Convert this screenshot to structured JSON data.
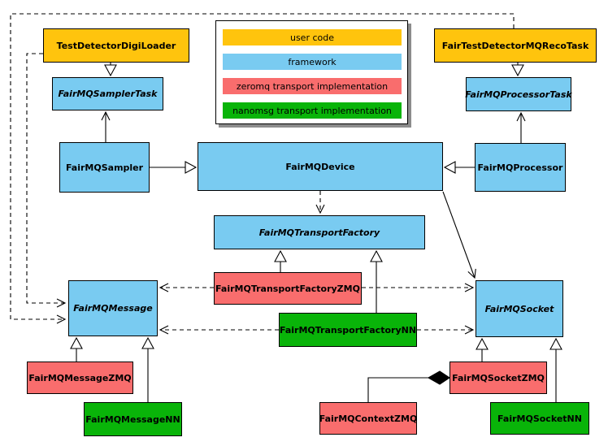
{
  "legend": {
    "items": [
      {
        "label": "user code",
        "color": "#FFC40D"
      },
      {
        "label": "framework",
        "color": "#79CBF1"
      },
      {
        "label": "zeromq transport implementation",
        "color": "#F96D6D"
      },
      {
        "label": "nanomsg transport implementation",
        "color": "#09B409"
      }
    ]
  },
  "palette": {
    "user_code": "#FFC40D",
    "framework": "#79CBF1",
    "zeromq": "#F96D6D",
    "nanomsg": "#09B409",
    "line": "#000000",
    "background": "#ffffff"
  },
  "nodes": [
    {
      "label": "TestDetectorDigiLoader",
      "category": "user code",
      "abstract": false
    },
    {
      "label": "FairTestDetectorMQRecoTask",
      "category": "user code",
      "abstract": false
    },
    {
      "label": "FairMQSamplerTask",
      "category": "framework",
      "abstract": true
    },
    {
      "label": "FairMQProcessorTask",
      "category": "framework",
      "abstract": true
    },
    {
      "label": "FairMQSampler",
      "category": "framework",
      "abstract": false
    },
    {
      "label": "FairMQDevice",
      "category": "framework",
      "abstract": false
    },
    {
      "label": "FairMQProcessor",
      "category": "framework",
      "abstract": false
    },
    {
      "label": "FairMQTransportFactory",
      "category": "framework",
      "abstract": true
    },
    {
      "label": "FairMQTransportFactoryZMQ",
      "category": "zeromq transport implementation",
      "abstract": false
    },
    {
      "label": "FairMQTransportFactoryNN",
      "category": "nanomsg transport implementation",
      "abstract": false
    },
    {
      "label": "FairMQMessage",
      "category": "framework",
      "abstract": true
    },
    {
      "label": "FairMQSocket",
      "category": "framework",
      "abstract": true
    },
    {
      "label": "FairMQMessageZMQ",
      "category": "zeromq transport implementation",
      "abstract": false
    },
    {
      "label": "FairMQMessageNN",
      "category": "nanomsg transport implementation",
      "abstract": false
    },
    {
      "label": "FairMQSocketZMQ",
      "category": "zeromq transport implementation",
      "abstract": false
    },
    {
      "label": "FairMQContextZMQ",
      "category": "zeromq transport implementation",
      "abstract": false
    },
    {
      "label": "FairMQSocketNN",
      "category": "nanomsg transport implementation",
      "abstract": false
    }
  ],
  "edges": [
    {
      "from": "TestDetectorDigiLoader",
      "to": "FairMQSamplerTask",
      "type": "inheritance"
    },
    {
      "from": "FairTestDetectorMQRecoTask",
      "to": "FairMQProcessorTask",
      "type": "inheritance"
    },
    {
      "from": "FairMQSampler",
      "to": "FairMQSamplerTask",
      "type": "association"
    },
    {
      "from": "FairMQProcessor",
      "to": "FairMQProcessorTask",
      "type": "association"
    },
    {
      "from": "FairMQSampler",
      "to": "FairMQDevice",
      "type": "inheritance"
    },
    {
      "from": "FairMQProcessor",
      "to": "FairMQDevice",
      "type": "inheritance"
    },
    {
      "from": "FairMQDevice",
      "to": "FairMQTransportFactory",
      "type": "dependency"
    },
    {
      "from": "FairMQDevice",
      "to": "FairMQSocket",
      "type": "association"
    },
    {
      "from": "FairMQTransportFactoryZMQ",
      "to": "FairMQTransportFactory",
      "type": "inheritance"
    },
    {
      "from": "FairMQTransportFactoryNN",
      "to": "FairMQTransportFactory",
      "type": "inheritance"
    },
    {
      "from": "FairMQTransportFactoryZMQ",
      "to": "FairMQMessage",
      "type": "dependency"
    },
    {
      "from": "FairMQTransportFactoryZMQ",
      "to": "FairMQSocket",
      "type": "dependency"
    },
    {
      "from": "FairMQTransportFactoryNN",
      "to": "FairMQMessage",
      "type": "dependency"
    },
    {
      "from": "FairMQTransportFactoryNN",
      "to": "FairMQSocket",
      "type": "dependency"
    },
    {
      "from": "TestDetectorDigiLoader",
      "to": "FairMQMessage",
      "type": "dependency"
    },
    {
      "from": "FairTestDetectorMQRecoTask",
      "to": "FairMQMessage",
      "type": "dependency"
    },
    {
      "from": "FairMQMessageZMQ",
      "to": "FairMQMessage",
      "type": "inheritance"
    },
    {
      "from": "FairMQMessageNN",
      "to": "FairMQMessage",
      "type": "inheritance"
    },
    {
      "from": "FairMQSocketZMQ",
      "to": "FairMQSocket",
      "type": "inheritance"
    },
    {
      "from": "FairMQSocketNN",
      "to": "FairMQSocket",
      "type": "inheritance"
    },
    {
      "from": "FairMQContextZMQ",
      "to": "FairMQSocketZMQ",
      "type": "composition"
    }
  ]
}
